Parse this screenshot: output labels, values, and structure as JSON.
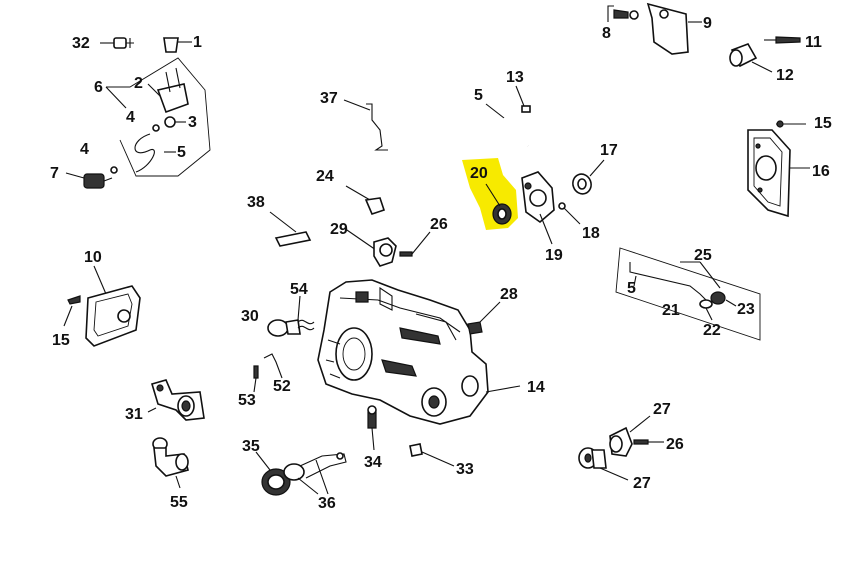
{
  "highlight_color": "#f7ea00",
  "callouts": [
    {
      "id": "c32",
      "text": "32"
    },
    {
      "id": "c1",
      "text": "1"
    },
    {
      "id": "c2",
      "text": "2"
    },
    {
      "id": "c6",
      "text": "6"
    },
    {
      "id": "c4a",
      "text": "4"
    },
    {
      "id": "c3",
      "text": "3"
    },
    {
      "id": "c4b",
      "text": "4"
    },
    {
      "id": "c5a",
      "text": "5"
    },
    {
      "id": "c7",
      "text": "7"
    },
    {
      "id": "c37",
      "text": "37"
    },
    {
      "id": "c13",
      "text": "13"
    },
    {
      "id": "c5b",
      "text": "5"
    },
    {
      "id": "c8",
      "text": "8"
    },
    {
      "id": "c9",
      "text": "9"
    },
    {
      "id": "c11",
      "text": "11"
    },
    {
      "id": "c12",
      "text": "12"
    },
    {
      "id": "c15a",
      "text": "15"
    },
    {
      "id": "c16",
      "text": "16"
    },
    {
      "id": "c17",
      "text": "17"
    },
    {
      "id": "c20",
      "text": "20"
    },
    {
      "id": "c18",
      "text": "18"
    },
    {
      "id": "c19",
      "text": "19"
    },
    {
      "id": "c24",
      "text": "24"
    },
    {
      "id": "c38",
      "text": "38"
    },
    {
      "id": "c29",
      "text": "29"
    },
    {
      "id": "c26a",
      "text": "26"
    },
    {
      "id": "c10",
      "text": "10"
    },
    {
      "id": "c15b",
      "text": "15"
    },
    {
      "id": "c25",
      "text": "25"
    },
    {
      "id": "c5c",
      "text": "5"
    },
    {
      "id": "c21",
      "text": "21"
    },
    {
      "id": "c22",
      "text": "22"
    },
    {
      "id": "c23",
      "text": "23"
    },
    {
      "id": "c54",
      "text": "54"
    },
    {
      "id": "c30",
      "text": "30"
    },
    {
      "id": "c28",
      "text": "28"
    },
    {
      "id": "c53",
      "text": "53"
    },
    {
      "id": "c52",
      "text": "52"
    },
    {
      "id": "c14",
      "text": "14"
    },
    {
      "id": "c31",
      "text": "31"
    },
    {
      "id": "c27a",
      "text": "27"
    },
    {
      "id": "c26b",
      "text": "26"
    },
    {
      "id": "c35",
      "text": "35"
    },
    {
      "id": "c34",
      "text": "34"
    },
    {
      "id": "c33",
      "text": "33"
    },
    {
      "id": "c27b",
      "text": "27"
    },
    {
      "id": "c55",
      "text": "55"
    },
    {
      "id": "c36",
      "text": "36"
    }
  ]
}
